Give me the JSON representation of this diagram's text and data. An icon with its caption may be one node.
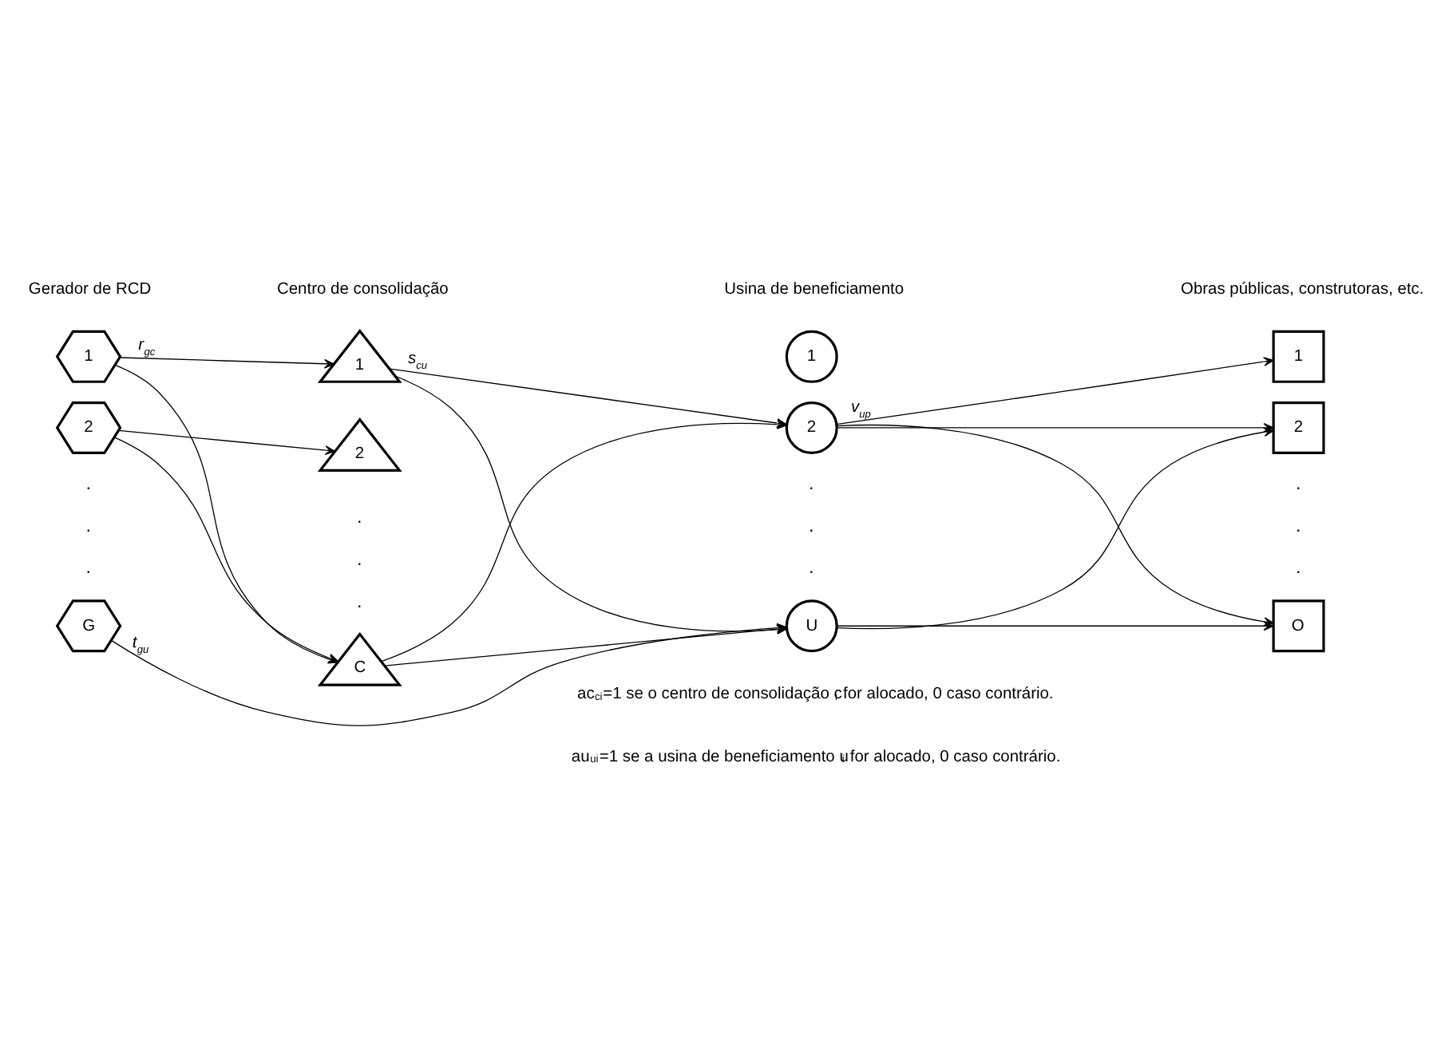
{
  "diagram": {
    "nodes": [
      {
        "text": [
          "1"
        ]
      },
      {
        "text": [
          "2"
        ]
      },
      {
        "text": [
          "G"
        ]
      },
      {
        "text": [
          "1"
        ]
      },
      {
        "text": [
          "2"
        ]
      },
      {
        "text": [
          "C"
        ]
      },
      {
        "text": [
          "1"
        ]
      },
      {
        "text": [
          "2"
        ]
      },
      {
        "text": [
          "U"
        ]
      },
      {
        "text": [
          "1"
        ]
      },
      {
        "text": [
          "2"
        ]
      },
      {
        "text": [
          "O"
        ]
      }
    ],
    "edges": [
      {
        "from": 0,
        "to": 3,
        "arrow": "to",
        "label": "r$_{gc}$"
      },
      {
        "from": 0,
        "to": 5,
        "arrow": "to"
      },
      {
        "from": 1,
        "to": 4,
        "arrow": "to"
      },
      {
        "from": 1,
        "to": 5,
        "arrow": "to"
      },
      {
        "from": 2,
        "to": 8,
        "arrow": "to",
        "label": "t$_{gu}$"
      },
      {
        "from": 3,
        "to": 7,
        "arrow": "to",
        "label": "s$_{cu}$"
      },
      {
        "from": 3,
        "to": 8,
        "arrow": "to"
      },
      {
        "from": 5,
        "to": 7,
        "arrow": "to"
      },
      {
        "from": 5,
        "to": 8,
        "arrow": "to"
      },
      {
        "from": 7,
        "to": 9,
        "arrow": "to",
        "label": "v$_{up}$"
      },
      {
        "from": 7,
        "to": 10,
        "arrow": "to"
      },
      {
        "from": 7,
        "to": 11,
        "arrow": "to"
      },
      {
        "from": 8,
        "to": 10,
        "arrow": "to"
      },
      {
        "from": 8,
        "to": 11,
        "arrow": "to"
      }
    ],
    "labels": [
      "Gerador de RCD",
      "Centro de consolidação",
      "Usina de beneficiamento",
      "Obras públicas, construtoras, etc.",
      ".",
      ".",
      ".",
      ".",
      ".",
      ".",
      ".",
      ".",
      ".",
      ".",
      ".",
      ".",
      "ac$_{ci}$=1 se o centro de consolidação c$_{i}$ for alocado, 0 caso contrário.",
      "au$_{ui}$=1 se a usina de beneficiamento u$_{i}$ for alocado, 0 caso contrário."
    ]
  }
}
